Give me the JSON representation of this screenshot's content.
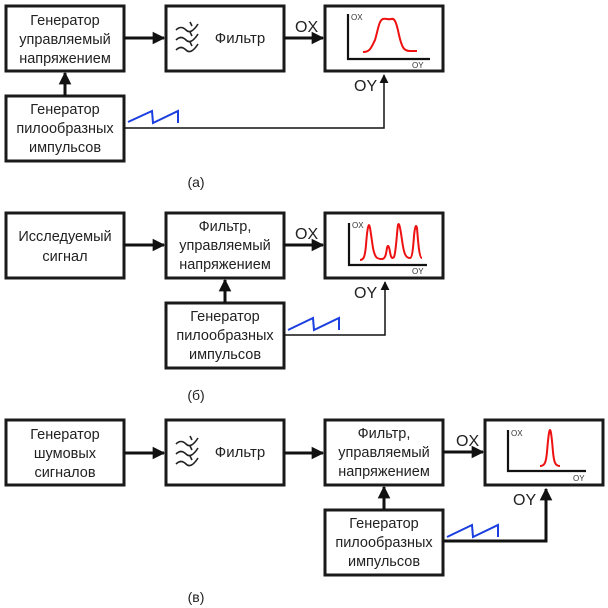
{
  "diagram_a": {
    "caption": "(а)",
    "vco_box": {
      "lines": [
        "Генератор",
        "управляемый",
        "напряжением"
      ]
    },
    "filter_box": {
      "label": "Фильтр",
      "icon": "filter-wave-icon"
    },
    "sawtooth_box": {
      "lines": [
        "Генератор",
        "пилообразных",
        "импульсов"
      ]
    },
    "display": {
      "axis_y_label": "OX",
      "axis_x_label": "OY",
      "trace": "wide-band-pass"
    },
    "ox_label": "OX",
    "oy_label": "OY"
  },
  "diagram_b": {
    "caption": "(б)",
    "signal_box": {
      "lines": [
        "Исследуемый",
        "сигнал"
      ]
    },
    "vc_filter_box": {
      "lines": [
        "Фильтр,",
        "управляемый",
        "напряжением"
      ]
    },
    "sawtooth_box": {
      "lines": [
        "Генератор",
        "пилообразных",
        "импульсов"
      ]
    },
    "display": {
      "axis_y_label": "OX",
      "axis_x_label": "OY",
      "trace": "multi-peak-spectrum"
    },
    "ox_label": "OX",
    "oy_label": "OY"
  },
  "diagram_c": {
    "caption": "(в)",
    "noise_box": {
      "lines": [
        "Генератор",
        "шумовых",
        "сигналов"
      ]
    },
    "filter_box": {
      "label": "Фильтр",
      "icon": "filter-wave-icon"
    },
    "vc_filter_box": {
      "lines": [
        "Фильтр,",
        "управляемый",
        "напряжением"
      ]
    },
    "sawtooth_box": {
      "lines": [
        "Генератор",
        "пилообразных",
        "импульсов"
      ]
    },
    "display": {
      "axis_y_label": "OX",
      "axis_x_label": "OY",
      "trace": "single-narrow-peak"
    },
    "ox_label": "OX",
    "oy_label": "OY"
  },
  "colors": {
    "sawtooth": "#1a3ee0",
    "trace": "#ee1111",
    "stroke": "#1a1a1a"
  }
}
